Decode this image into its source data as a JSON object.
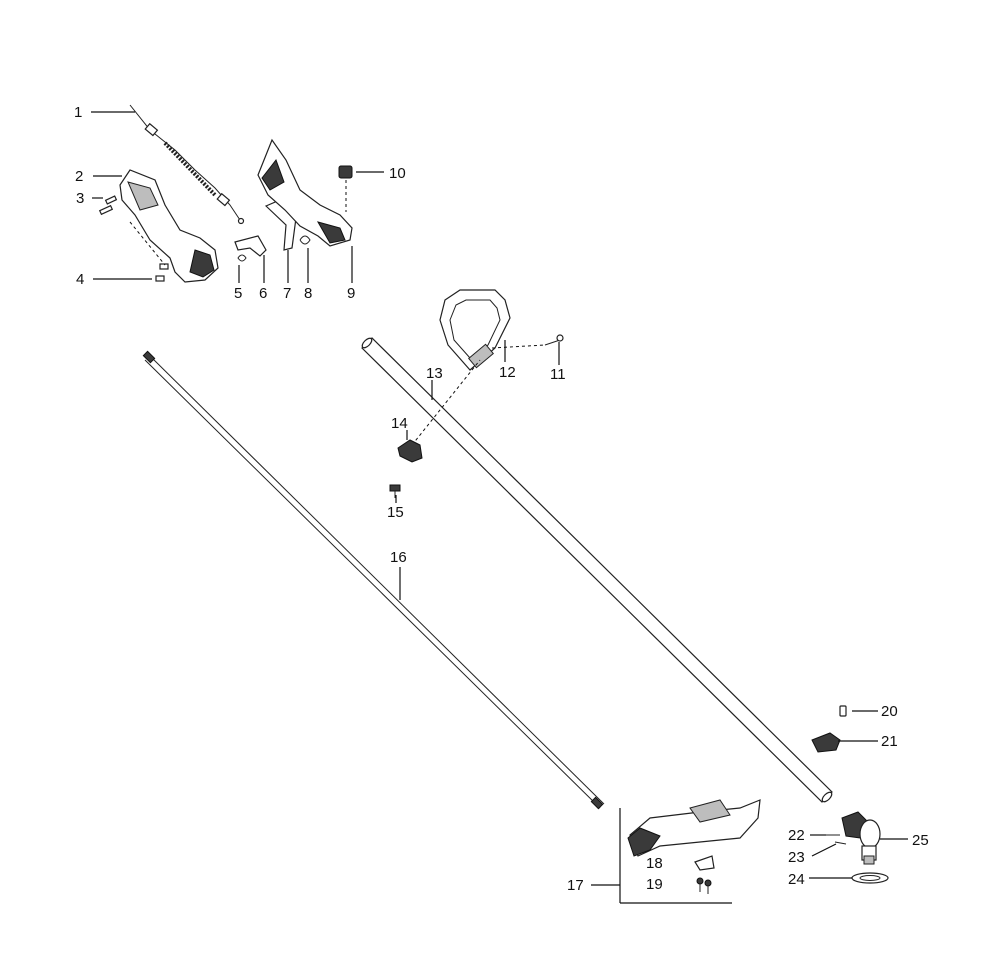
{
  "callouts": [
    "1",
    "2",
    "3",
    "4",
    "5",
    "6",
    "7",
    "8",
    "9",
    "10",
    "11",
    "12",
    "13",
    "14",
    "15",
    "16",
    "17",
    "18",
    "19",
    "20",
    "21",
    "22",
    "23",
    "24",
    "25"
  ],
  "colors": {
    "ink": "#111111",
    "background": "#ffffff",
    "shading": "#3a3a3a"
  }
}
